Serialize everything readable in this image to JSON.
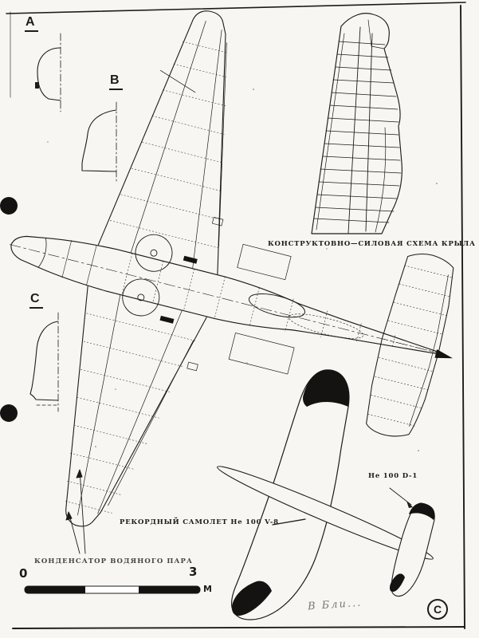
{
  "page": {
    "marker": "C",
    "handwritten_note": "В Бли..."
  },
  "sections": {
    "a": "A",
    "b": "B",
    "c": "C"
  },
  "labels": {
    "wing_schema": "КОНСТРУКТОВНО—СИЛОВАЯ СХЕМА КРЫЛА",
    "record_plane": "РЕКОРДНЫЙ САМОЛЕТ He 100 V-8",
    "production_plane": "He 100 D-1",
    "condenser": "КОНДЕНСАТОР ВОДЯНОГО ПАРА"
  },
  "scale_bar": {
    "start": "0",
    "end": "3",
    "unit": "М"
  }
}
